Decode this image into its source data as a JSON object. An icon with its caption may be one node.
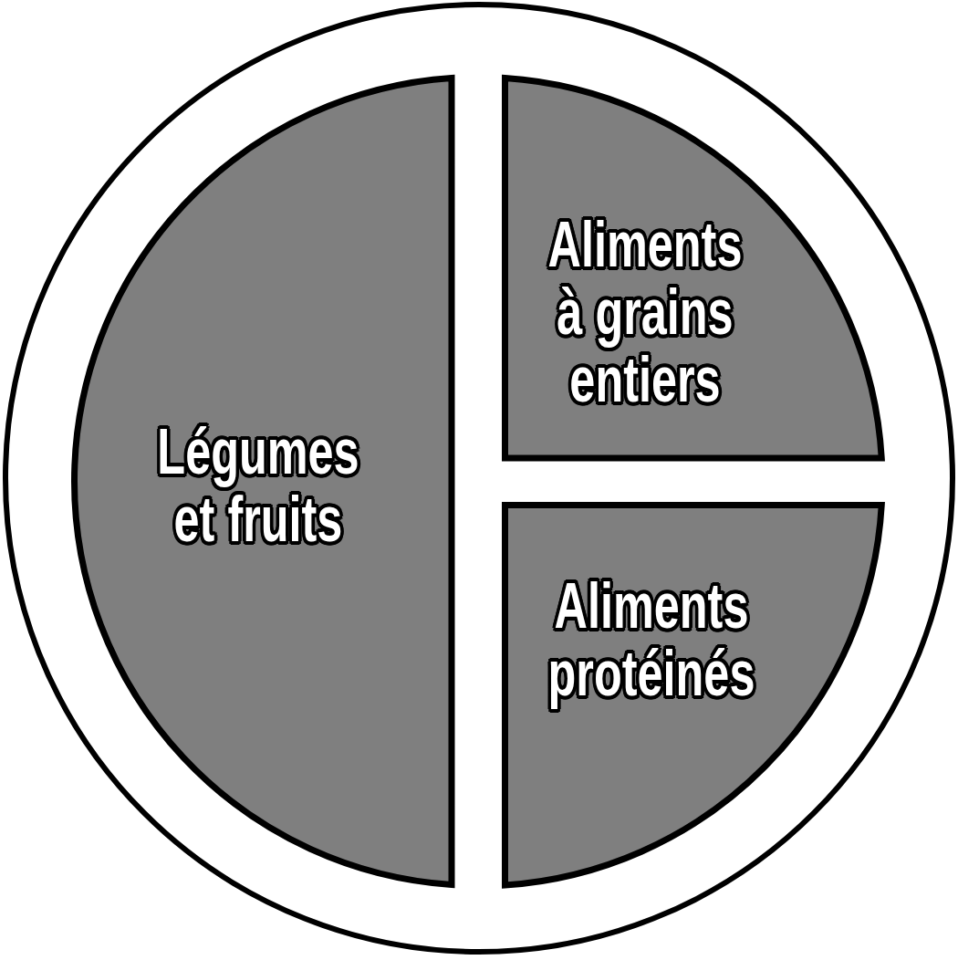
{
  "diagram": {
    "nodes": [
      {
        "text": [],
        "shape": "circle"
      },
      {
        "text": [
          "Légumes et fruits"
        ],
        "in": 0
      },
      {
        "text": [
          "Aliments à grains entiers"
        ],
        "in": 0
      },
      {
        "text": [
          "Aliments protéinés"
        ],
        "in": 0
      }
    ]
  }
}
